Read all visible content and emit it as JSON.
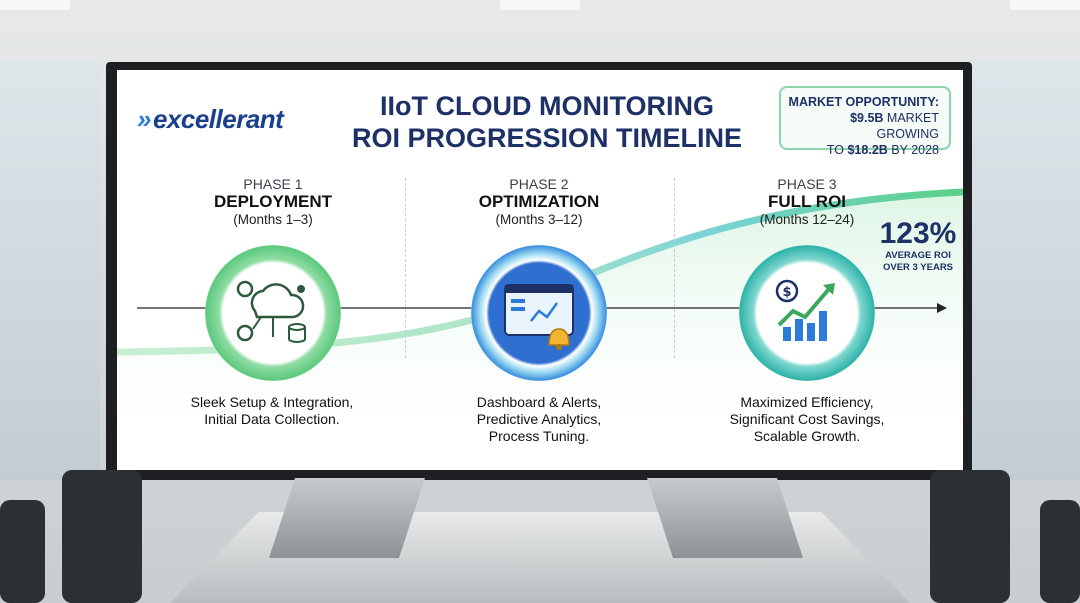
{
  "slide": {
    "logo_text": "excellerant",
    "title_line1": "IIoT CLOUD MONITORING",
    "title_line2": "ROI PROGRESSION TIMELINE",
    "market": {
      "line1": "MARKET OPPORTUNITY:",
      "line2_value": "$9.5B",
      "line2_rest": " MARKET GROWING",
      "line3_prefix": "TO ",
      "line3_value": "$18.2B",
      "line3_rest": " BY 2028"
    },
    "phases": [
      {
        "num": "PHASE 1",
        "name": "DEPLOYMENT",
        "months": "(Months 1–3)",
        "desc1": "Sleek Setup & Integration,",
        "desc2": "Initial Data Collection.",
        "desc3": "",
        "icon": "cloud-gears-database-icon"
      },
      {
        "num": "PHASE 2",
        "name": "OPTIMIZATION",
        "months": "(Months 3–12)",
        "desc1": "Dashboard & Alerts,",
        "desc2": "Predictive Analytics,",
        "desc3": "Process Tuning.",
        "icon": "dashboard-bell-icon"
      },
      {
        "num": "PHASE 3",
        "name": "FULL ROI",
        "months": "(Months 12–24)",
        "desc1": "Maximized Efficiency,",
        "desc2": "Significant Cost Savings,",
        "desc3": "Scalable Growth.",
        "icon": "dollar-growth-chart-icon"
      }
    ],
    "roi": {
      "value": "123%",
      "line1": "AVERAGE ROI",
      "line2": "OVER 3 YEARS"
    }
  },
  "colors": {
    "navy": "#1d3166",
    "green": "#59c97a",
    "blue": "#2b7bd8"
  }
}
